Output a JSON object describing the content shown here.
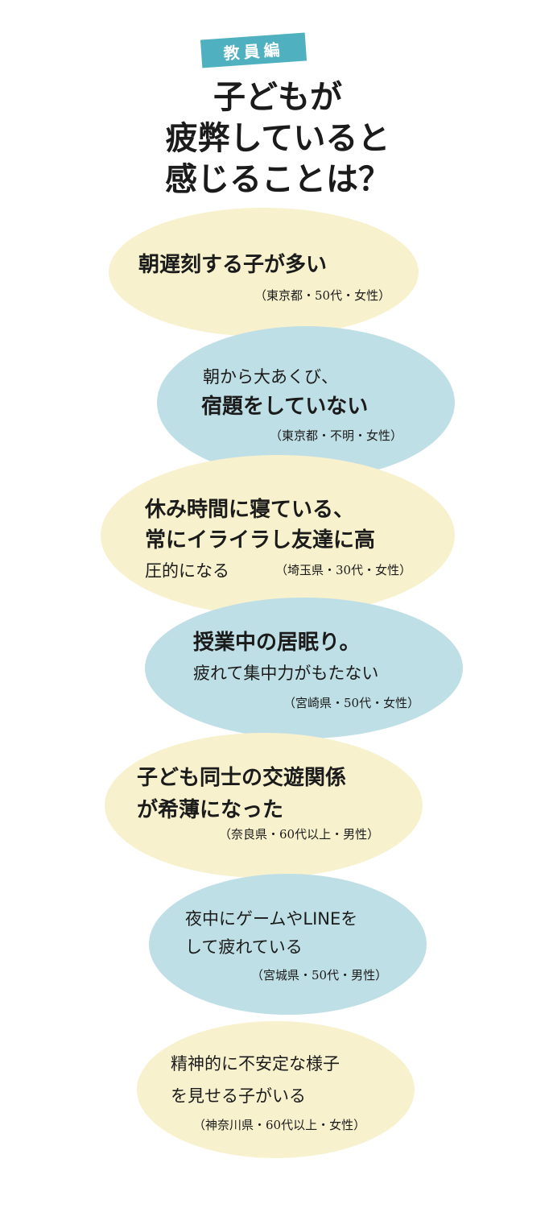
{
  "header": {
    "tag": "教員編",
    "title_lines": [
      "子どもが",
      "疲弊していると",
      "感じることは？"
    ]
  },
  "bubbles": [
    {
      "color": "#f7f1cd",
      "lines": [
        "朝遅刻する子が多い"
      ],
      "source": "（東京都・50代・女性）"
    },
    {
      "color": "#bfdfe6",
      "lines": [
        "朝から大あくび、",
        "宿題をしていない"
      ],
      "source": "（東京都・不明・女性）"
    },
    {
      "color": "#f7f1cd",
      "lines": [
        "休み時間に寝ている、",
        "常にイライラし友達に高",
        "圧的になる"
      ],
      "source": "（埼玉県・30代・女性）"
    },
    {
      "color": "#bfdfe6",
      "lines": [
        "授業中の居眠り。",
        "疲れて集中力がもたない"
      ],
      "source": "（宮崎県・50代・女性）"
    },
    {
      "color": "#f7f1cd",
      "lines": [
        "子ども同士の交遊関係",
        "が希薄になった"
      ],
      "source": "（奈良県・60代以上・男性）"
    },
    {
      "color": "#bfdfe6",
      "lines": [
        "夜中にゲームやLINEを",
        "して疲れている"
      ],
      "source": "（宮城県・50代・男性）"
    },
    {
      "color": "#f7f1cd",
      "lines": [
        "精神的に不安定な様子",
        "を見せる子がいる"
      ],
      "source": "（神奈川県・60代以上・女性）"
    }
  ]
}
